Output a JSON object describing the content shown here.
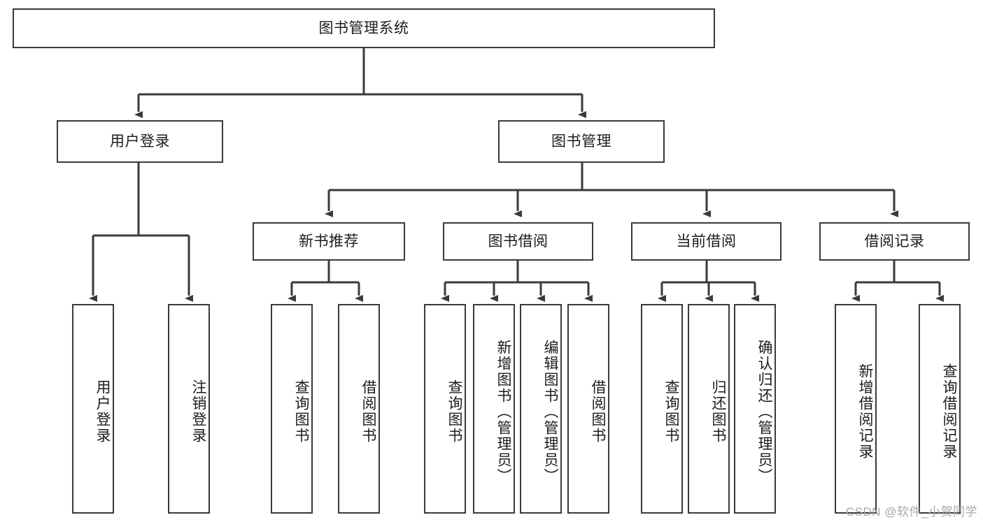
{
  "diagram": {
    "title": "图书管理系统",
    "type": "tree-hierarchy",
    "watermark": "CSDN @软件_小贺同学",
    "colors": {
      "box_border": "#3a3a3a",
      "box_fill": "#ffffff",
      "connector": "#3a3a3a",
      "text": "#1c1c1c",
      "watermark": "#a8a8a8"
    },
    "levels": {
      "root": {
        "label": "图书管理系统"
      },
      "level2": [
        {
          "label": "用户登录"
        },
        {
          "label": "图书管理"
        }
      ],
      "level3": [
        {
          "label": "新书推荐"
        },
        {
          "label": "图书借阅"
        },
        {
          "label": "当前借阅"
        },
        {
          "label": "借阅记录"
        }
      ],
      "leaves": {
        "user_login": [
          {
            "label": "用户登录"
          },
          {
            "label": "注销登录"
          }
        ],
        "new_book_recommend": [
          {
            "label": "查询图书"
          },
          {
            "label": "借阅图书"
          }
        ],
        "book_borrow": [
          {
            "label": "查询图书"
          },
          {
            "label": "新增图书（管理员）"
          },
          {
            "label": "编辑图书（管理员）"
          },
          {
            "label": "借阅图书"
          }
        ],
        "current_borrow": [
          {
            "label": "查询图书"
          },
          {
            "label": "归还图书"
          },
          {
            "label": "确认归还（管理员）"
          }
        ],
        "borrow_records": [
          {
            "label": "新增借阅记录"
          },
          {
            "label": "查询借阅记录"
          }
        ]
      }
    }
  }
}
